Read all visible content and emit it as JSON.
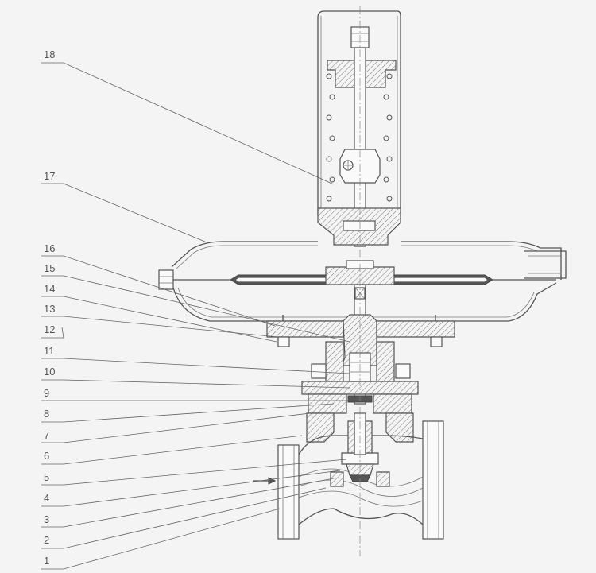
{
  "part_labels": [
    "1",
    "2",
    "3",
    "4",
    "5",
    "6",
    "7",
    "8",
    "9",
    "10",
    "11",
    "12",
    "13",
    "14",
    "15",
    "16",
    "17",
    "18"
  ]
}
